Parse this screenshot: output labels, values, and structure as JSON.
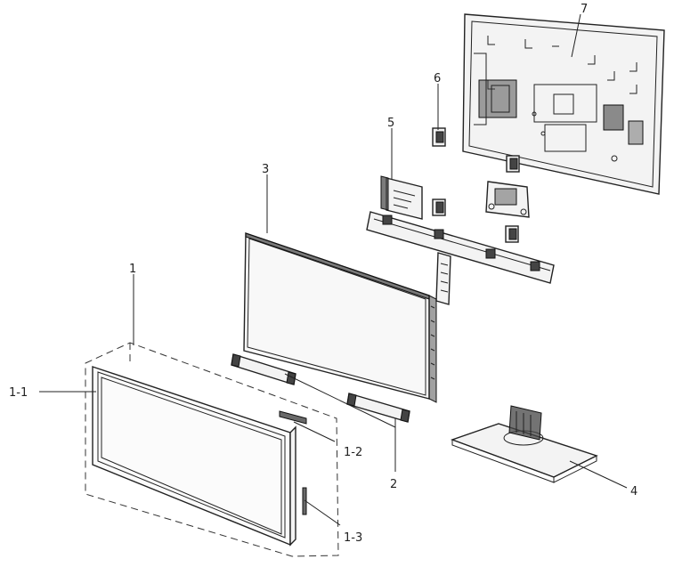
{
  "diagram": {
    "labels": {
      "p1": "1",
      "p1_1": "1-1",
      "p1_2": "1-2",
      "p1_3": "1-3",
      "p2": "2",
      "p3": "3",
      "p4": "4",
      "p5": "5",
      "p6": "6",
      "p7": "7"
    }
  }
}
